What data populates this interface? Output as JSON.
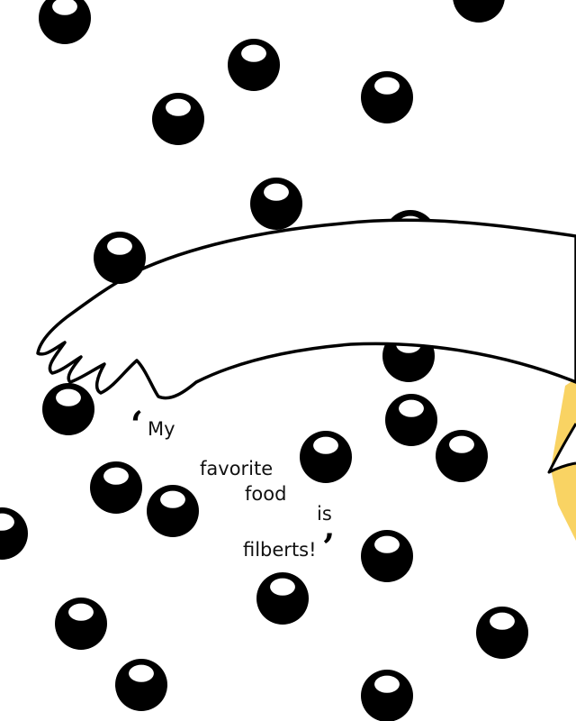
{
  "colors": {
    "background": "#ffffff",
    "ball": "#000000",
    "ball_highlight": "#ffffff",
    "outline": "#000000",
    "accent_yellow": "#f9d363"
  },
  "quote": {
    "open_mark": "‘",
    "words": [
      "My",
      "favorite",
      "food",
      "is",
      "filberts!"
    ],
    "close_mark": "’"
  },
  "icons": {
    "hazelnut": "hazelnut-icon",
    "arm": "arm-illustration"
  }
}
